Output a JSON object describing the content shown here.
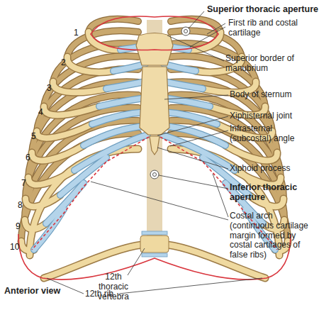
{
  "diagram": {
    "labels": [
      "Superior thoracic aperture",
      "First rib and costal cartilage",
      "Superior border of manubrium",
      "Body of sternum",
      "Xiphisternal joint",
      "Infrasternal (subcostal) angle",
      "Xiphoid process",
      "Inferior thoracic aperture",
      "Costal arch (continuous cartilage margin formed by costal cartilages of false ribs)",
      "12th thoracic vertebra",
      "12th rib",
      "Anterior view",
      "1",
      "2",
      "3",
      "4",
      "5",
      "6",
      "7",
      "8",
      "9",
      "10"
    ]
  }
}
